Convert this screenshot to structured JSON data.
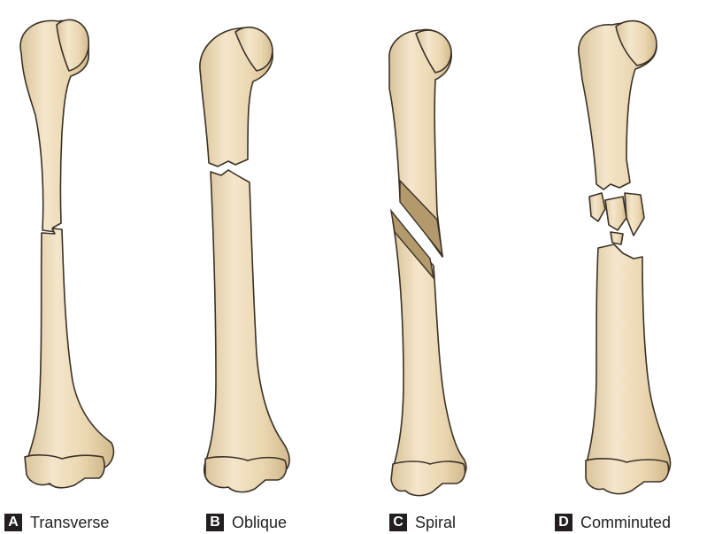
{
  "panels": [
    {
      "letter": "A",
      "label": "Transverse"
    },
    {
      "letter": "B",
      "label": "Oblique"
    },
    {
      "letter": "C",
      "label": "Spiral"
    },
    {
      "letter": "D",
      "label": "Comminuted"
    }
  ],
  "colors": {
    "bone_fill": "#ecd9b6",
    "bone_outline": "#3b3126",
    "spiral_fracture_surface": "#b39a6c",
    "gap_fill": "#ffffff",
    "label_box": "#231f20",
    "label_text": "#222222"
  }
}
